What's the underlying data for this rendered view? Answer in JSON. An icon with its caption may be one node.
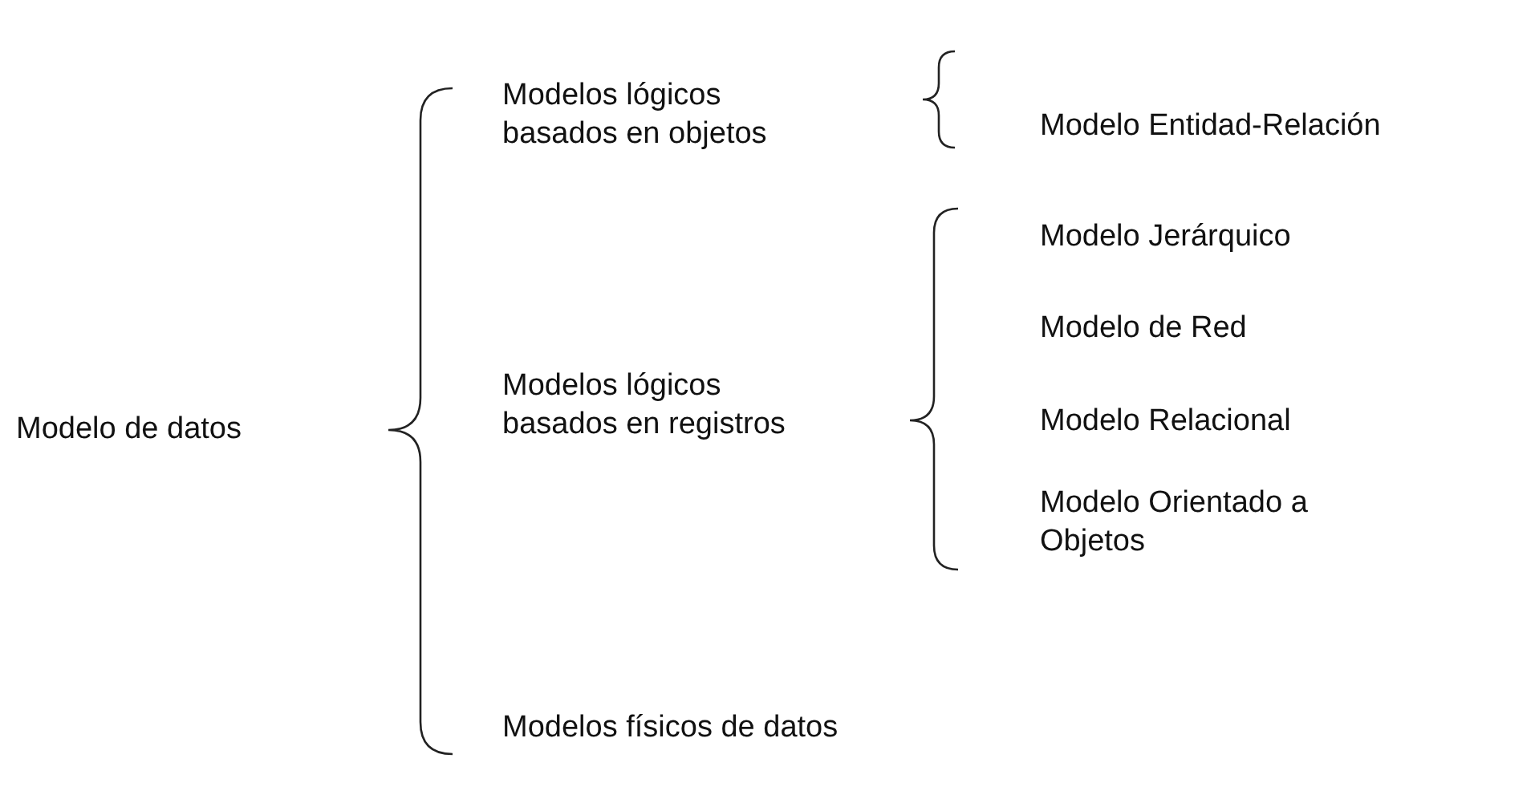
{
  "diagram": {
    "labels": [
      "Modelos lógicos basados en objetos",
      "Modelo Entidad-Relación",
      "Modelo Jerárquico",
      "Modelo de Red",
      "Modelos lógicos basados en registros",
      "Modelo de datos",
      "Modelo Relacional",
      "Modelo Orientado a Objetos",
      "Modelos físicos de datos"
    ]
  }
}
